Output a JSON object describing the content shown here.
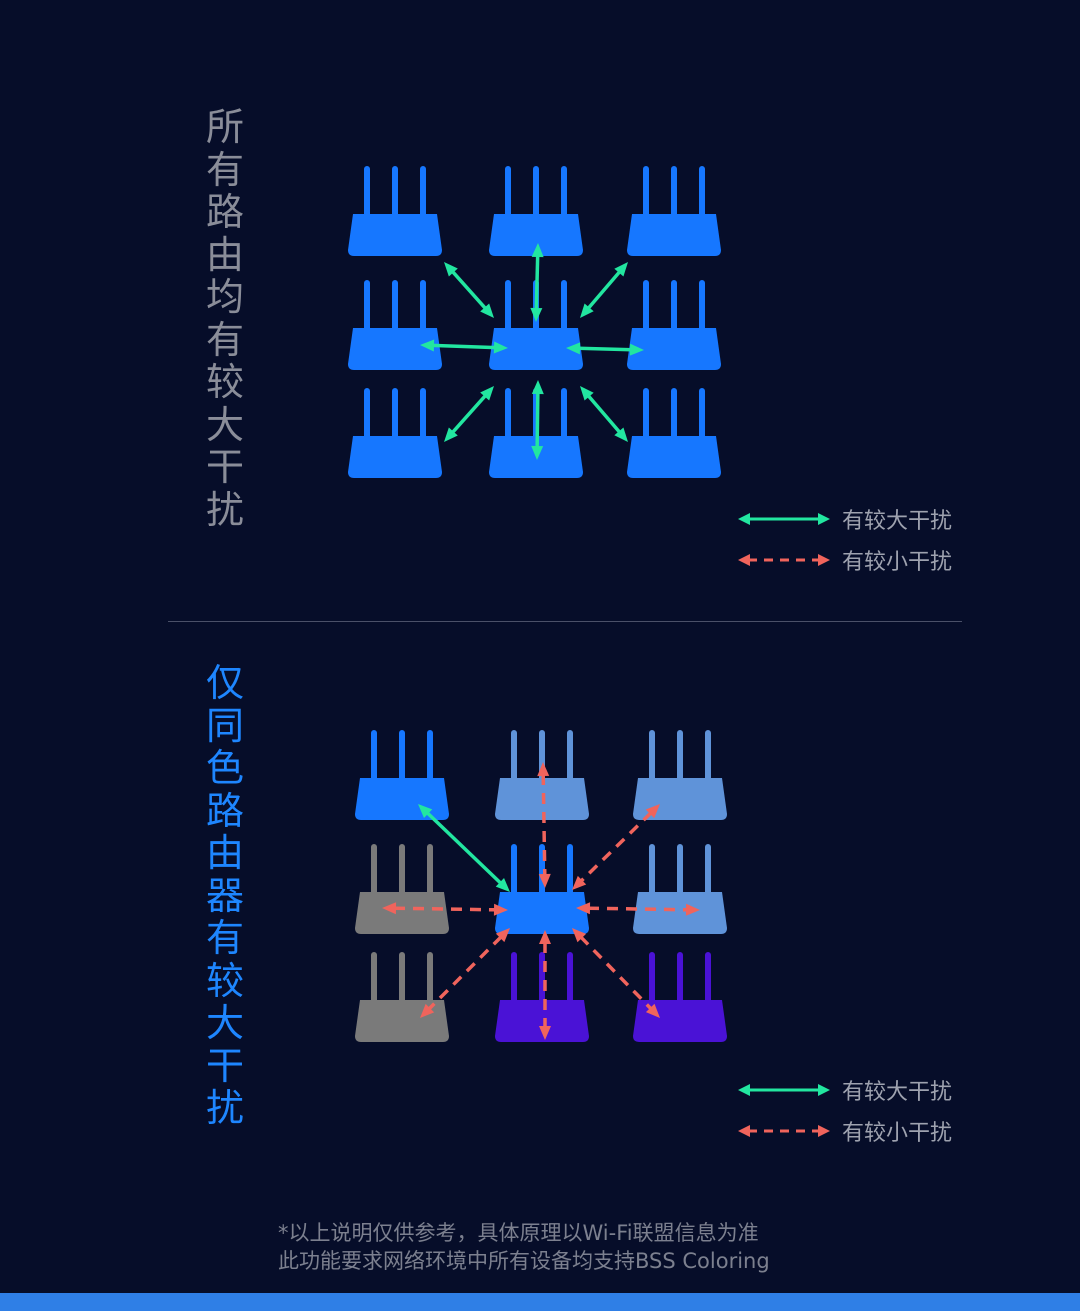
{
  "colors": {
    "background": "#060d29",
    "router_blue": "#1677ff",
    "router_light_blue": "#5f93d9",
    "router_gray": "#7a7a7a",
    "router_purple": "#4a12d6",
    "strong_interference": "#22e6a0",
    "weak_interference": "#f0645c",
    "title_top": "#8a8d99",
    "title_bottom": "#1e86ff"
  },
  "section_top": {
    "title": "所有路由均有较大干扰",
    "routers": [
      [
        "blue",
        "blue",
        "blue"
      ],
      [
        "blue",
        "blue",
        "blue"
      ],
      [
        "blue",
        "blue",
        "blue"
      ]
    ],
    "links": [
      {
        "to": "top-left",
        "style": "strong"
      },
      {
        "to": "top-center",
        "style": "strong"
      },
      {
        "to": "top-right",
        "style": "strong"
      },
      {
        "to": "middle-left",
        "style": "strong"
      },
      {
        "to": "middle-right",
        "style": "strong"
      },
      {
        "to": "bottom-left",
        "style": "strong"
      },
      {
        "to": "bottom-center",
        "style": "strong"
      },
      {
        "to": "bottom-right",
        "style": "strong"
      }
    ],
    "legend": {
      "strong_label": "有较大干扰",
      "weak_label": "有较小干扰"
    }
  },
  "section_bottom": {
    "title": "仅同色路由器有较大干扰",
    "routers": [
      [
        "blue",
        "light_blue",
        "light_blue"
      ],
      [
        "gray",
        "blue",
        "light_blue"
      ],
      [
        "gray",
        "purple",
        "purple"
      ]
    ],
    "links": [
      {
        "to": "top-left",
        "style": "strong"
      },
      {
        "to": "top-center",
        "style": "weak"
      },
      {
        "to": "top-right",
        "style": "weak"
      },
      {
        "to": "middle-left",
        "style": "weak"
      },
      {
        "to": "middle-right",
        "style": "weak"
      },
      {
        "to": "bottom-left",
        "style": "weak"
      },
      {
        "to": "bottom-center",
        "style": "weak"
      },
      {
        "to": "bottom-right",
        "style": "weak"
      }
    ],
    "legend": {
      "strong_label": "有较大干扰",
      "weak_label": "有较小干扰"
    }
  },
  "footnote": {
    "line1": "*以上说明仅供参考，具体原理以Wi-Fi联盟信息为准",
    "line2": "此功能要求网络环境中所有设备均支持BSS Coloring"
  }
}
